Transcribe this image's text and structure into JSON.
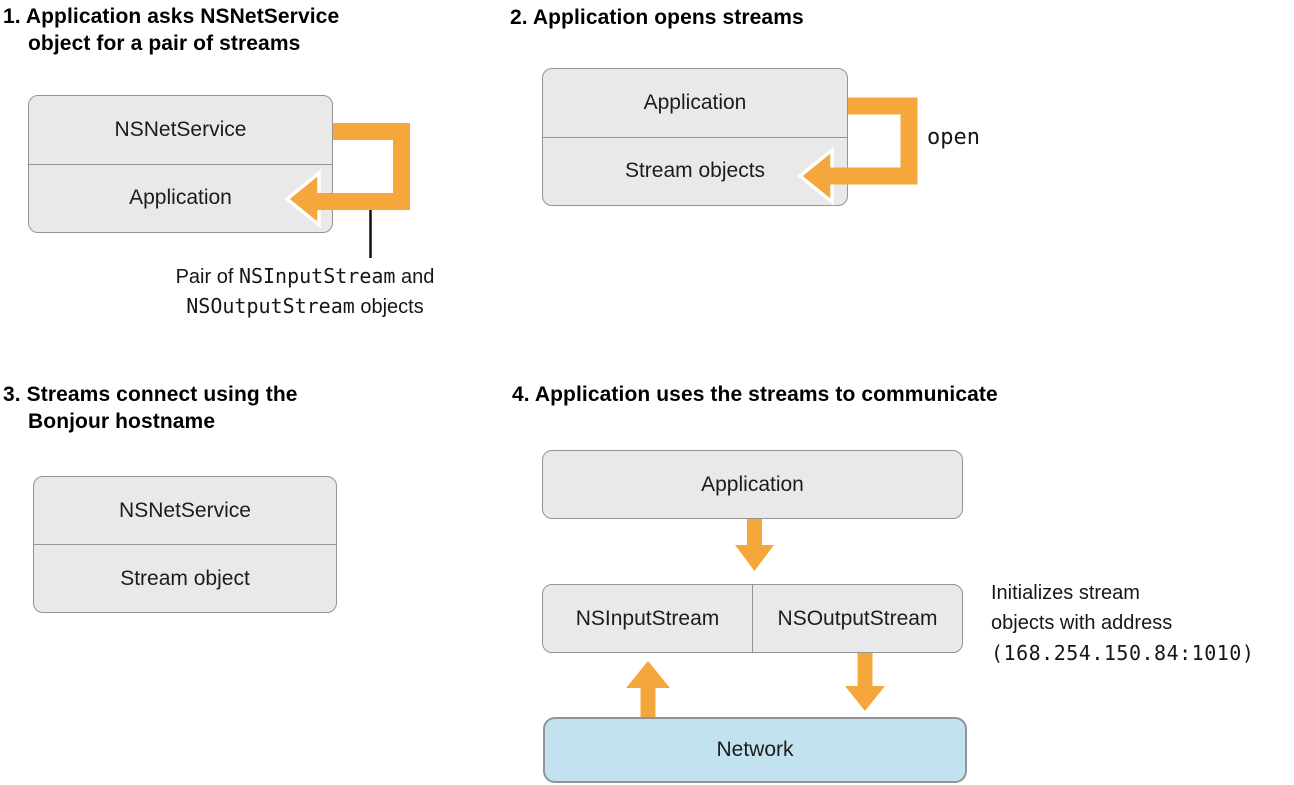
{
  "steps": {
    "step1": {
      "heading_line1": "1. Application asks NSNetService",
      "heading_line2": "object for a pair of streams",
      "box": {
        "top_label": "NSNetService",
        "bottom_label": "Application"
      },
      "callout": {
        "line1_prefix": "Pair of ",
        "line1_code": "NSInputStream",
        "line1_suffix": " and",
        "line2_code": "NSOutputStream",
        "line2_suffix": " objects"
      }
    },
    "step2": {
      "heading": "2. Application opens streams",
      "box": {
        "top_label": "Application",
        "bottom_label": "Stream objects"
      },
      "arrow_label": "open"
    },
    "step3": {
      "heading_line1": "3. Streams connect using the",
      "heading_line2": "Bonjour hostname",
      "box": {
        "top_label": "NSNetService",
        "bottom_label": "Stream object"
      }
    },
    "step4": {
      "heading": "4. Application uses the streams to communicate",
      "application_label": "Application",
      "input_stream_label": "NSInputStream",
      "output_stream_label": "NSOutputStream",
      "network_label": "Network",
      "note_line1": "Initializes stream",
      "note_line2": "objects with address",
      "note_line3": "(168.254.150.84:1010)"
    }
  },
  "colors": {
    "arrow_orange": "#F5A73C",
    "box_fill": "#E9E9E9",
    "box_border": "#949494",
    "network_fill": "#C2E2EF",
    "network_border": "#8E9499",
    "text": "#161616"
  }
}
